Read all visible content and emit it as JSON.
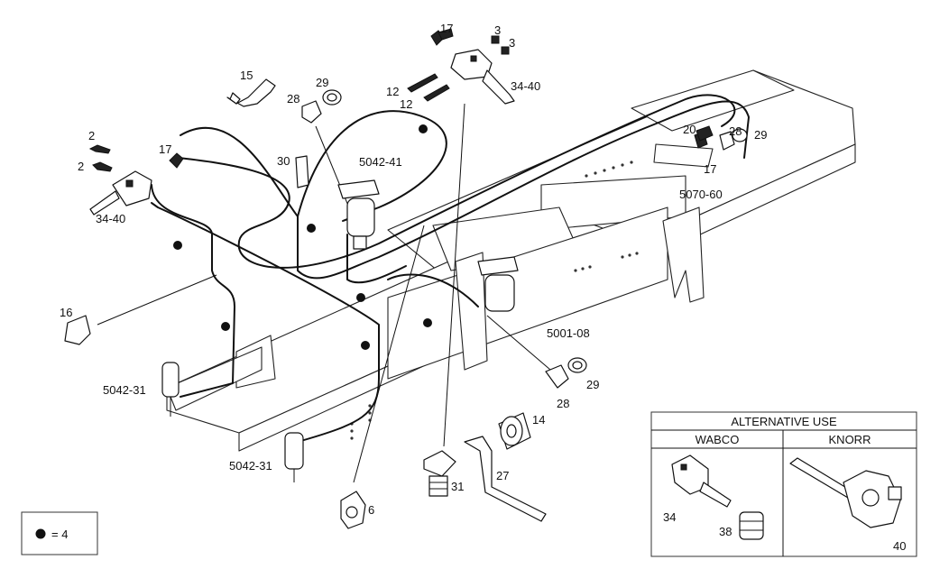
{
  "labels": {
    "l15": "15",
    "l17a": "17",
    "l17b": "17",
    "l17c": "17",
    "l2a": "2",
    "l2b": "2",
    "l3a": "3",
    "l3b": "3",
    "l12a": "12",
    "l12b": "12",
    "l28a": "28",
    "l28b": "28",
    "l28c": "28",
    "l29a": "29",
    "l29b": "29",
    "l29c": "29",
    "l30": "30",
    "l20": "20",
    "l3440a": "34-40",
    "l3440b": "34-40",
    "l504241": "5042-41",
    "l507060": "5070-60",
    "l500108": "5001-08",
    "l504231a": "5042-31",
    "l504231b": "5042-31",
    "l16": "16",
    "l14": "14",
    "l27": "27",
    "l31": "31",
    "l6": "6"
  },
  "legend": {
    "symbol": "●",
    "text": "= 4"
  },
  "alternative": {
    "title": "ALTERNATIVE USE",
    "col_left": "WABCO",
    "col_right": "KNORR",
    "l34": "34",
    "l38": "38",
    "l40": "40"
  }
}
